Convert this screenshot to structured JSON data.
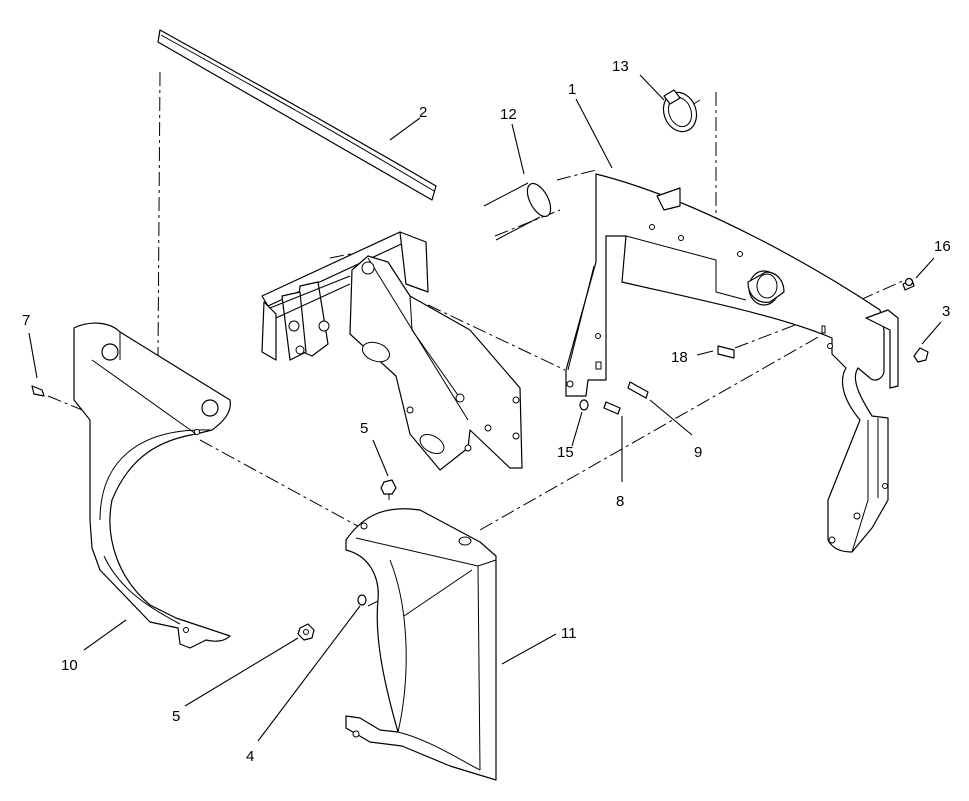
{
  "diagram": {
    "callouts": [
      "1",
      "2",
      "3",
      "4",
      "5",
      "5",
      "7",
      "8",
      "9",
      "10",
      "11",
      "12",
      "13",
      "15",
      "16",
      "18"
    ]
  }
}
